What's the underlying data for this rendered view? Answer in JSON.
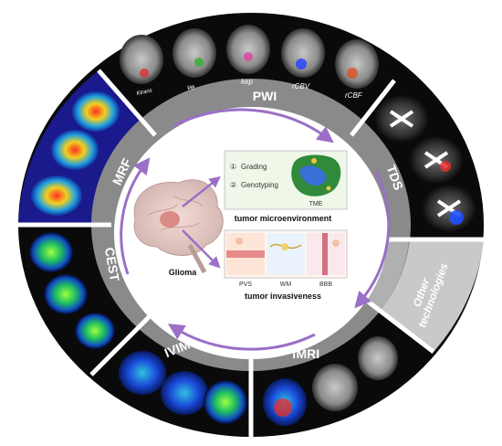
{
  "segments": {
    "pwi": "PWI",
    "tds": "TDS",
    "other": "Other technologies",
    "fmri": "fMRI",
    "ivim": "IVIM",
    "cest": "CEST",
    "mrf": "MRF"
  },
  "pwi_maps": {
    "ktrans": "Ktrans",
    "ve": "ve",
    "kep": "kep",
    "rcbv": "rCBV",
    "rcbf": "rCBF"
  },
  "center": {
    "glioma": "Glioma",
    "grading": "Grading",
    "genotyping": "Genotyping",
    "grading_num": "①",
    "genotyping_num": "②",
    "tme": "TME",
    "microenvironment": "tumor microenvironment",
    "pvs": "PVS",
    "wm": "WM",
    "bbb": "BBB",
    "invasiveness": "tumor invasiveness"
  },
  "colors": {
    "ring": "#8a8a8a",
    "ring_light": "#b9b9b9",
    "outer": "#0a0a0a",
    "arrow": "#9b6fc6",
    "mrf_bg": "#1a1a8c"
  }
}
